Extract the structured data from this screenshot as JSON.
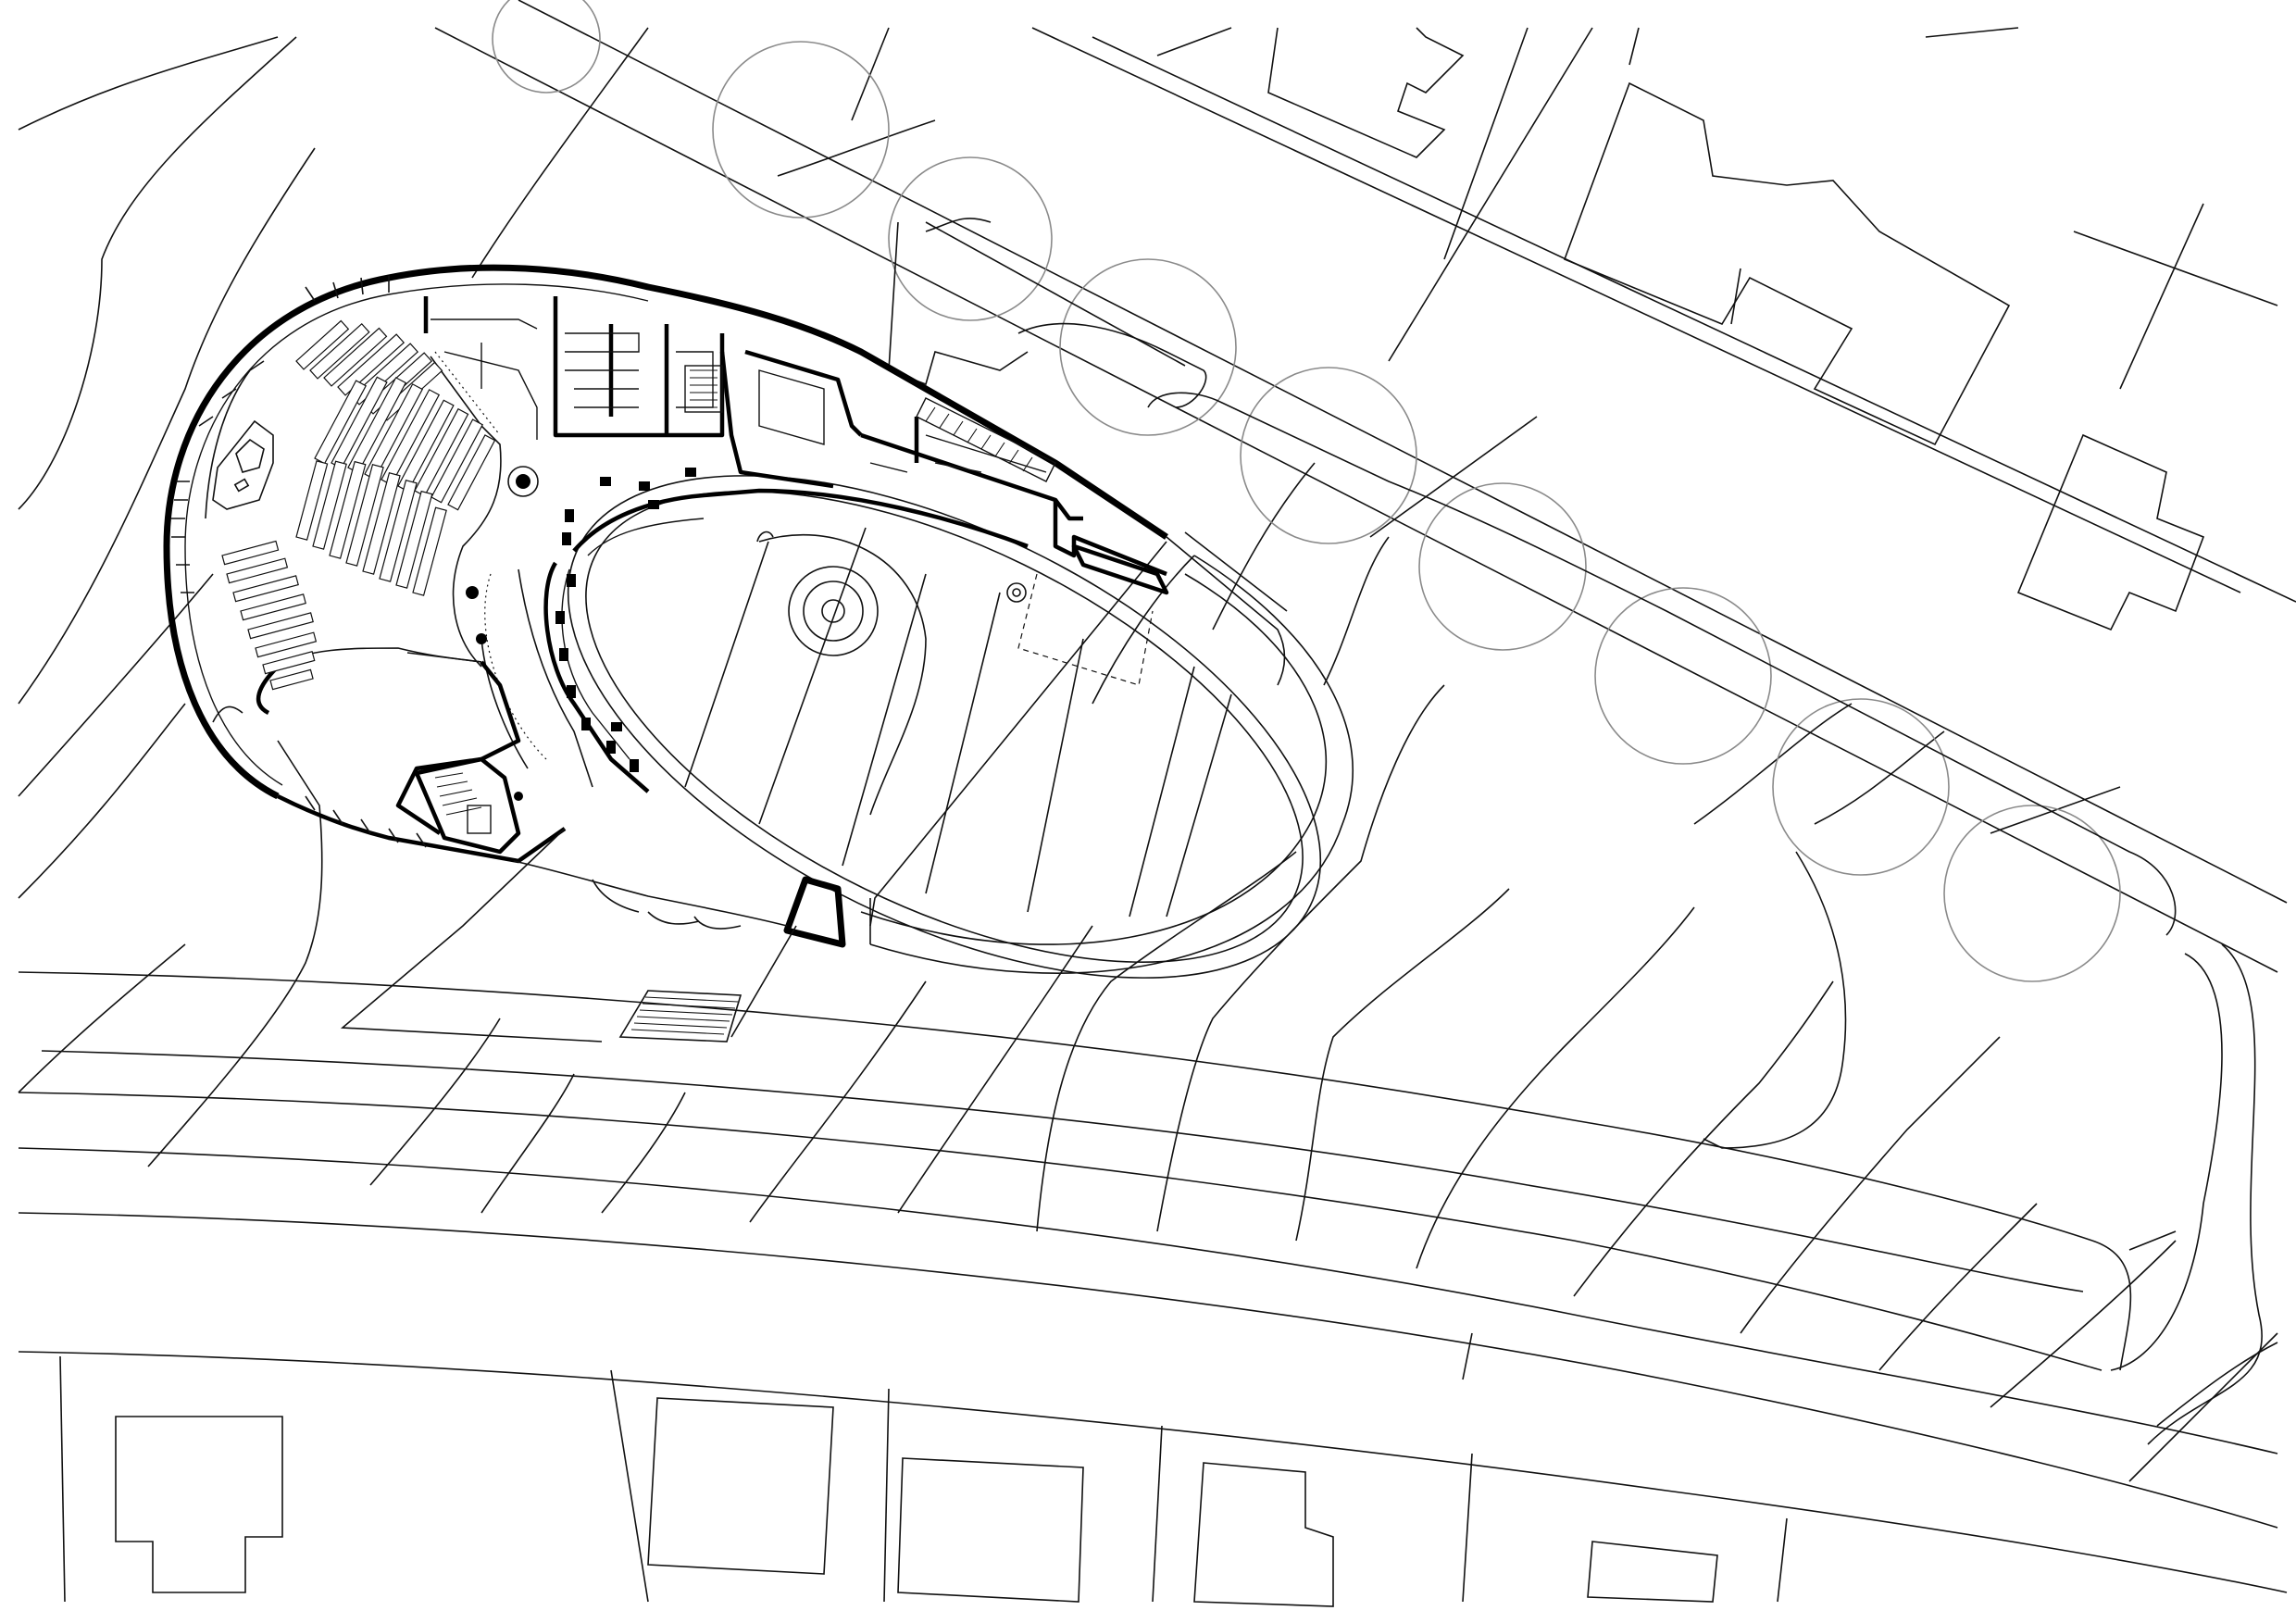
{
  "drawing": {
    "kind": "site-and-ground-floor plan",
    "line_color": "#111111",
    "background": "#ffffff",
    "tree_color": "#8a8a8a"
  },
  "elements": {
    "street_tree_count": 9,
    "pew_rows_left_block": 7,
    "pew_rows_center_block": 9,
    "pew_rows_lower_block": 8,
    "pew_rows_bottom_block": 8
  }
}
